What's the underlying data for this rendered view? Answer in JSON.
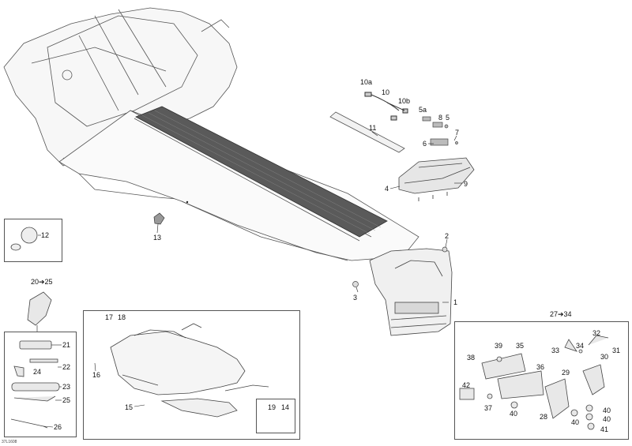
{
  "diagram": {
    "drawing_code": "37L1608",
    "callouts": {
      "c1": "1",
      "c2": "2",
      "c3": "3",
      "c4": "4",
      "c5": "5",
      "c5a": "5a",
      "c6": "6",
      "c7": "7",
      "c8": "8",
      "c9": "9",
      "c10": "10",
      "c10a": "10a",
      "c10b": "10b",
      "c11": "11",
      "c12": "12",
      "c13": "13",
      "c14": "14",
      "c15": "15",
      "c16": "16",
      "c17": "17",
      "c18": "18",
      "c19": "19",
      "c21": "21",
      "c22": "22",
      "c23": "23",
      "c24": "24",
      "c25": "25",
      "c26": "26",
      "c28": "28",
      "c29": "29",
      "c30": "30",
      "c31": "31",
      "c32": "32",
      "c33": "33",
      "c34": "34",
      "c35": "35",
      "c36": "36",
      "c37": "37",
      "c38": "38",
      "c39": "39",
      "c40a": "40",
      "c40b": "40",
      "c40c": "40",
      "c40d": "40",
      "c41": "41",
      "c42": "42"
    },
    "groups": {
      "tools": "20➔25",
      "hitch": "27➔34"
    }
  }
}
